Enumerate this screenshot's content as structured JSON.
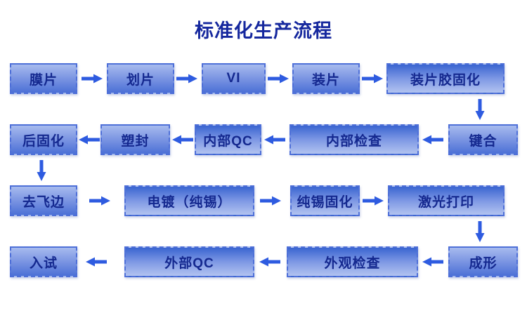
{
  "title": "标准化生产流程",
  "steps": [
    {
      "id": "membrane",
      "label": "膜片"
    },
    {
      "id": "dicing",
      "label": "划片"
    },
    {
      "id": "vi",
      "label": "VI"
    },
    {
      "id": "die-attach",
      "label": "装片"
    },
    {
      "id": "die-attach-cure",
      "label": "装片胶固化"
    },
    {
      "id": "bonding",
      "label": "键合"
    },
    {
      "id": "internal-inspection",
      "label": "内部检查"
    },
    {
      "id": "internal-qc",
      "label": "内部QC"
    },
    {
      "id": "molding",
      "label": "塑封"
    },
    {
      "id": "post-cure",
      "label": "后固化"
    },
    {
      "id": "deflash",
      "label": "去飞边"
    },
    {
      "id": "plating-pure-tin",
      "label": "电镀（纯锡）"
    },
    {
      "id": "pure-tin-cure",
      "label": "纯锡固化"
    },
    {
      "id": "laser-mark",
      "label": "激光打印"
    },
    {
      "id": "forming",
      "label": "成形"
    },
    {
      "id": "visual-inspection",
      "label": "外观检查"
    },
    {
      "id": "external-qc",
      "label": "外部QC"
    },
    {
      "id": "test-in",
      "label": "入试"
    }
  ],
  "flow_order_note": "Row1 left-to-right, Row2 right-to-left, Row3 left-to-right, Row4 right-to-left",
  "colors": {
    "background": "#ffffff",
    "title_text": "#16289e",
    "box_text": "#14288f",
    "box_gradient_light": "#a7bbee",
    "box_gradient_dark": "#3a65d0",
    "box_border": "#4e6fd8",
    "arrow": "#2e5be0"
  }
}
